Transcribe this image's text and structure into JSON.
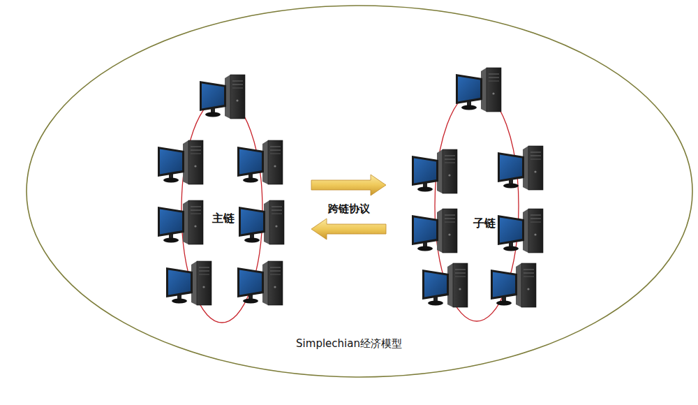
{
  "diagram": {
    "nodes": [
      {
        "text": [
          "Simplechian经济模型"
        ]
      },
      {
        "text": [
          "主链"
        ],
        "in": 0
      },
      {
        "text": [
          "子链"
        ],
        "in": 0
      }
    ],
    "edges": [
      {
        "from": 1,
        "to": 2,
        "arrow": "to"
      },
      {
        "from": 2,
        "to": 1,
        "arrow": "to"
      }
    ],
    "labels": [
      "跨链协议"
    ]
  }
}
